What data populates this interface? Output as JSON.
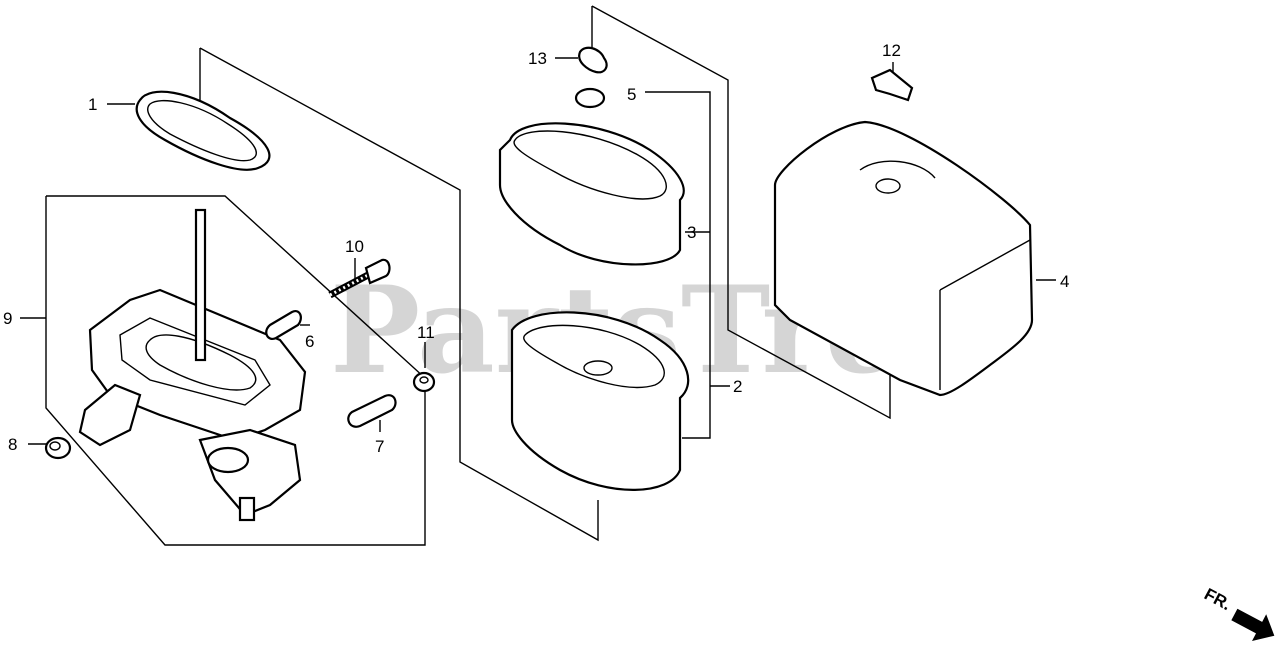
{
  "watermark": "PartsTree",
  "orientation": "FR.",
  "callouts": {
    "c1": "1",
    "c2": "2",
    "c3": "3",
    "c4": "4",
    "c5": "5",
    "c6": "6",
    "c7": "7",
    "c8": "8",
    "c9": "9",
    "c10": "10",
    "c11": "11",
    "c12": "12",
    "c13": "13"
  }
}
